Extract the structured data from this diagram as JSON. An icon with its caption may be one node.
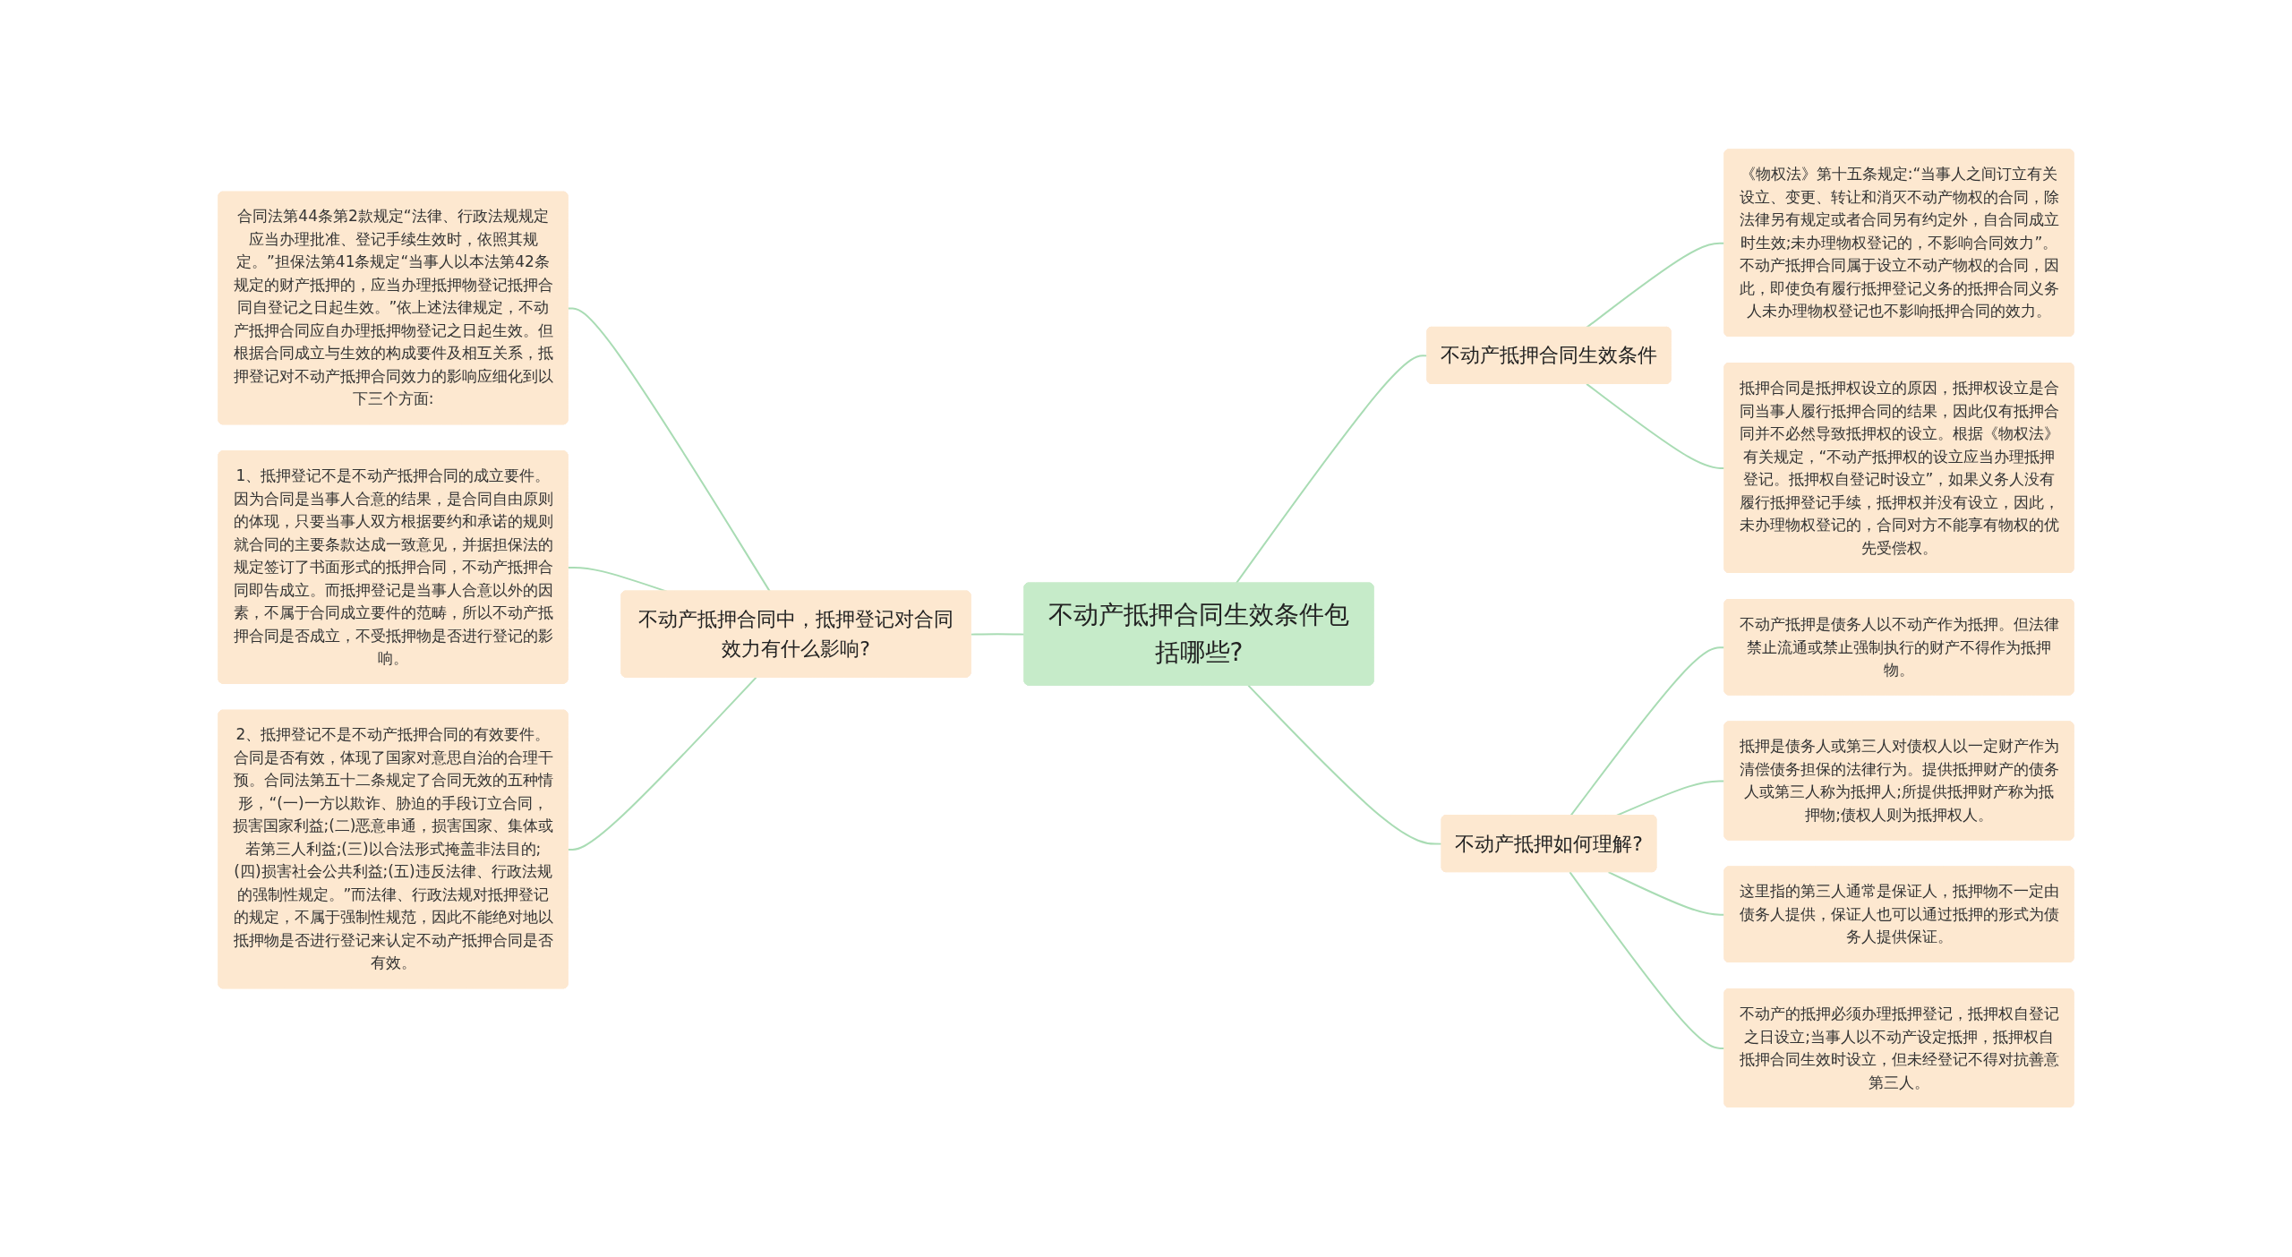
{
  "diagram": {
    "nodes": [
      {
        "text": [
          "不动产抵押合同生效条件包括哪些?"
        ]
      },
      {
        "text": [
          "不动产抵押合同中，抵押登记对合同效力有什么影响?"
        ]
      },
      {
        "text": [
          "合同法第44条第2款规定“法律、行政法规规定应当办理批准、登记手续生效时，依照其规定。”担保法第41条规定“当事人以本法第42条规定的财产抵押的，应当办理抵押物登记抵押合同自登记之日起生效。”依上述法律规定，不动产抵押合同应自办理抵押物登记之日起生效。但根据合同成立与生效的构成要件及相互关系，抵押登记对不动产抵押合同效力的影响应细化到以下三个方面:"
        ]
      },
      {
        "text": [
          "1、抵押登记不是不动产抵押合同的成立要件。因为合同是当事人合意的结果，是合同自由原则的体现，只要当事人双方根据要约和承诺的规则就合同的主要条款达成一致意见，并据担保法的规定签订了书面形式的抵押合同，不动产抵押合同即告成立。而抵押登记是当事人合意以外的因素，不属于合同成立要件的范畴，所以不动产抵押合同是否成立，不受抵押物是否进行登记的影响。"
        ]
      },
      {
        "text": [
          "2、抵押登记不是不动产抵押合同的有效要件。合同是否有效，体现了国家对意思自治的合理干预。合同法第五十二条规定了合同无效的五种情形，“(一)一方以欺诈、胁迫的手段订立合同，损害国家利益;(二)恶意串通，损害国家、集体或若第三人利益;(三)以合法形式掩盖非法目的;(四)损害社会公共利益;(五)违反法律、行政法规的强制性规定。”而法律、行政法规对抵押登记的规定，不属于强制性规范，因此不能绝对地以抵押物是否进行登记来认定不动产抵押合同是否有效。"
        ]
      },
      {
        "text": [
          "不动产抵押合同生效条件"
        ]
      },
      {
        "text": [
          "《物权法》第十五条规定:“当事人之间订立有关设立、变更、转让和消灭不动产物权的合同，除法律另有规定或者合同另有约定外，自合同成立时生效;未办理物权登记的，不影响合同效力”。不动产抵押合同属于设立不动产物权的合同，因此，即使负有履行抵押登记义务的抵押合同义务人未办理物权登记也不影响抵押合同的效力。"
        ]
      },
      {
        "text": [
          "抵押合同是抵押权设立的原因，抵押权设立是合同当事人履行抵押合同的结果，因此仅有抵押合同并不必然导致抵押权的设立。根据《物权法》有关规定，“不动产抵押权的设立应当办理抵押登记。抵押权自登记时设立”，如果义务人没有履行抵押登记手续，抵押权并没有设立，因此，未办理物权登记的，合同对方不能享有物权的优先受偿权。"
        ]
      },
      {
        "text": [
          "不动产抵押如何理解?"
        ]
      },
      {
        "text": [
          "不动产抵押是债务人以不动产作为抵押。但法律禁止流通或禁止强制执行的财产不得作为抵押物。"
        ]
      },
      {
        "text": [
          "抵押是债务人或第三人对债权人以一定财产作为清偿债务担保的法律行为。提供抵押财产的债务人或第三人称为抵押人;所提供抵押财产称为抵押物;债权人则为抵押权人。"
        ]
      },
      {
        "text": [
          "这里指的第三人通常是保证人，抵押物不一定由债务人提供，保证人也可以通过抵押的形式为债务人提供保证。"
        ]
      },
      {
        "text": [
          "不动产的抵押必须办理抵押登记，抵押权自登记之日设立;当事人以不动产设定抵押，抵押权自抵押合同生效时设立，但未经登记不得对抗善意第三人。"
        ]
      }
    ],
    "edges": [
      {
        "from": 1,
        "to": 0,
        "arrow": "none"
      },
      {
        "from": 2,
        "to": 1,
        "arrow": "none"
      },
      {
        "from": 3,
        "to": 1,
        "arrow": "none"
      },
      {
        "from": 4,
        "to": 1,
        "arrow": "none"
      },
      {
        "from": 0,
        "to": 5,
        "arrow": "none"
      },
      {
        "from": 5,
        "to": 6,
        "arrow": "none"
      },
      {
        "from": 5,
        "to": 7,
        "arrow": "none"
      },
      {
        "from": 0,
        "to": 8,
        "arrow": "none"
      },
      {
        "from": 8,
        "to": 9,
        "arrow": "none"
      },
      {
        "from": 8,
        "to": 10,
        "arrow": "none"
      },
      {
        "from": 8,
        "to": 11,
        "arrow": "none"
      },
      {
        "from": 8,
        "to": 12,
        "arrow": "none"
      }
    ]
  }
}
